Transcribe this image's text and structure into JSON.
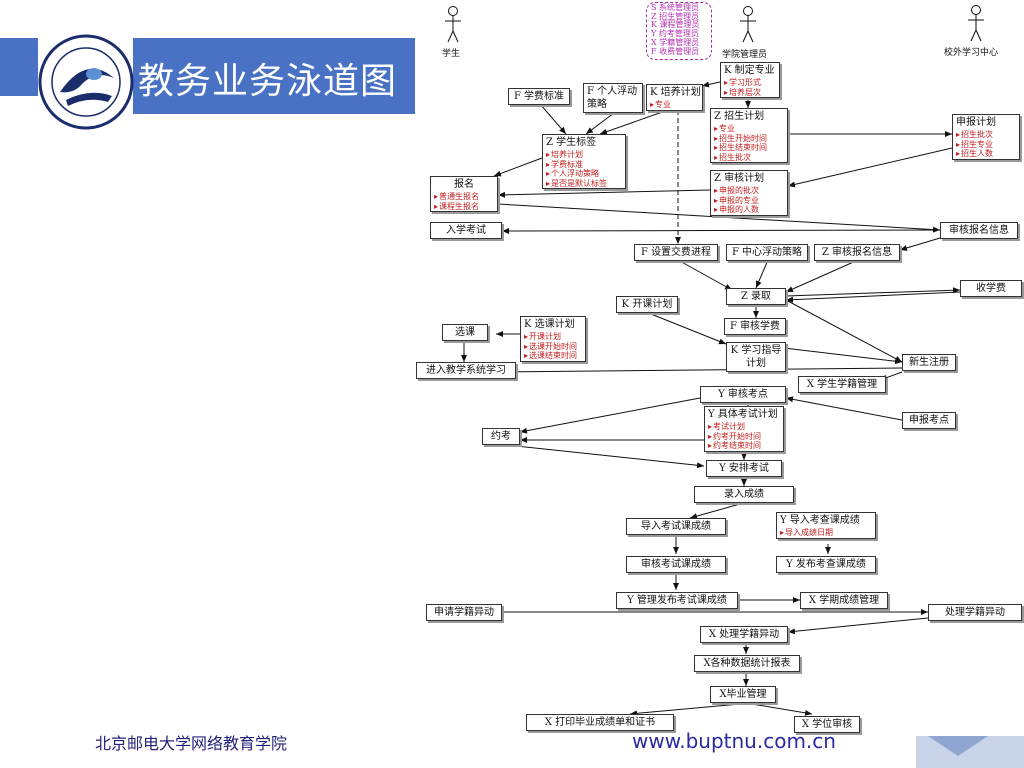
{
  "title": "教务业务泳道图",
  "actors": {
    "student": "学生",
    "college_admin": "学院管理员",
    "center": "校外学习中心"
  },
  "roles": [
    "S 系统管理员",
    "Z 招生管理员",
    "K 课程管理员",
    "Y 约考管理员",
    "X 学籍管理员",
    "F 收费管理员"
  ],
  "boxes": {
    "zhiding": {
      "t": "K 制定专业",
      "s": [
        "学习形式",
        "培养层次"
      ]
    },
    "xuefei": {
      "t": "F 学费标准"
    },
    "gerenfudong": {
      "t": "F 个人浮动策略"
    },
    "peiyang": {
      "t": "K 培养计划",
      "s": [
        "专业"
      ]
    },
    "zhaosheng": {
      "t": "Z 招生计划",
      "s": [
        "专业",
        "招生开始时间",
        "招生结束时间",
        "招生批次"
      ]
    },
    "shenbao": {
      "t": "申报计划",
      "s": [
        "招生批次",
        "招生专业",
        "招生人数"
      ]
    },
    "biaoqian": {
      "t": "Z 学生标签",
      "s": [
        "培养计划",
        "学费标准",
        "个人浮动策略",
        "是否是默认标签"
      ]
    },
    "baoming": {
      "t": "报名",
      "s": [
        "普通生报名",
        "课程生报名"
      ]
    },
    "shenhe": {
      "t": "Z 审核计划",
      "s": [
        "申报的批次",
        "申报的专业",
        "申报的人数"
      ]
    },
    "ruxue": {
      "t": "入学考试"
    },
    "shbmxx": {
      "t": "审核报名信息"
    },
    "jiaofei": {
      "t": "F 设置交费进程"
    },
    "zhongxin": {
      "t": "F 中心浮动策略"
    },
    "zshbm": {
      "t": "Z 审核报名信息"
    },
    "luqu": {
      "t": "Z 录取"
    },
    "shouxuefei": {
      "t": "收学费"
    },
    "kaike": {
      "t": "K 开课计划"
    },
    "xuanke": {
      "t": "K 选课计划",
      "s": [
        "开课计划",
        "选课开始时间",
        "选课结束时间"
      ]
    },
    "xuankeS": {
      "t": "选课"
    },
    "shxf": {
      "t": "F 审核学费"
    },
    "zhidao": {
      "t": "K 学习指导计划"
    },
    "jinru": {
      "t": "进入教学系统学习"
    },
    "xinsheng": {
      "t": "新生注册"
    },
    "xueji": {
      "t": "X 学生学籍管理"
    },
    "kaodian": {
      "t": "Y 审核考点"
    },
    "shenbaokd": {
      "t": "申报考点"
    },
    "juti": {
      "t": "Y 具体考试计划",
      "s": [
        "考试计划",
        "约考开始时间",
        "约考结束时间"
      ]
    },
    "yuekao": {
      "t": "约考"
    },
    "anpai": {
      "t": "Y 安排考试"
    },
    "luru": {
      "t": "录入成绩"
    },
    "daoru": {
      "t": "导入考试课成绩"
    },
    "daoruCha": {
      "t": "Y 导入考查课成绩",
      "s": [
        "导入成绩日期"
      ]
    },
    "shks": {
      "t": "审核考试课成绩"
    },
    "fabuCha": {
      "t": "Y 发布考查课成绩"
    },
    "guanli": {
      "t": "Y 管理发布考试课成绩"
    },
    "xueqi": {
      "t": "X 学期成绩管理"
    },
    "shenqing": {
      "t": "申请学籍异动"
    },
    "chuliC": {
      "t": "处理学籍异动"
    },
    "chuli": {
      "t": "X 处理学籍异动"
    },
    "tongji": {
      "t": "X各种数据统计报表"
    },
    "biye": {
      "t": "X毕业管理"
    },
    "dayin": {
      "t": "X 打印毕业成绩单和证书"
    },
    "xuewei": {
      "t": "X 学位审核"
    }
  },
  "footer": {
    "left": "北京邮电大学网络教育学院",
    "right": "www.buptnu.com.cn"
  },
  "colors": {
    "accent": "#4a72c4",
    "highlight": "#c21d1d",
    "roles": "#b52fb5"
  }
}
